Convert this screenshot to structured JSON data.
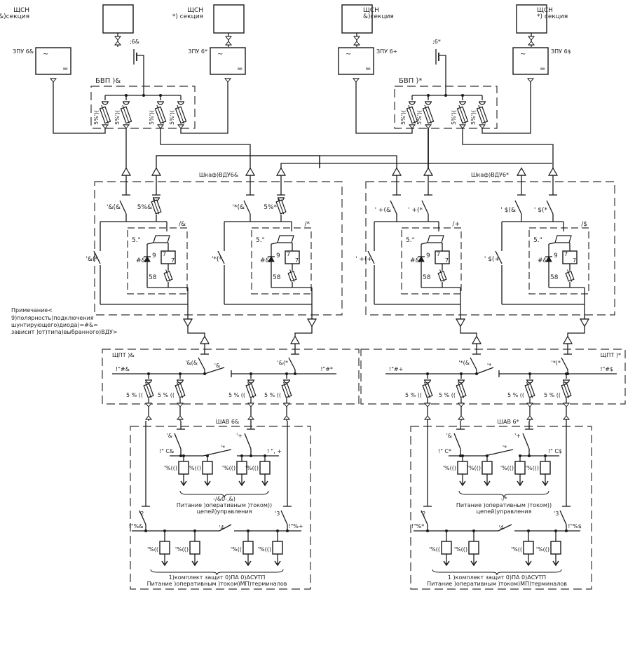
{
  "diagram": {
    "title": "Схема распределения оперативного постоянного тока",
    "shsn": [
      {
        "name": "ЩСН",
        "section": "&)секция"
      },
      {
        "name": "ЩСН",
        "section": "*) секция"
      },
      {
        "name": "ЩСН",
        "section": "&)секция"
      },
      {
        "name": "ЩСН",
        "section": "*) секция"
      }
    ],
    "chargers": [
      {
        "label": "ЗПУ 6&",
        "ac": "~",
        "dc": "="
      },
      {
        "label": "ЗПУ 6*",
        "ac": "~",
        "dc": "="
      },
      {
        "label": "ЗПУ 6+",
        "ac": "~",
        "dc": "="
      },
      {
        "label": "ЗПУ 6$",
        "ac": "~",
        "dc": "="
      }
    ],
    "batteries": [
      {
        "label": ";6&"
      },
      {
        "label": ";6*"
      }
    ],
    "bvp": [
      {
        "label": "БВП )&",
        "fuses": [
          "5%')(",
          "5%')(",
          "5%')(",
          "5%')("
        ]
      },
      {
        "label": "БВП )*",
        "fuses": [
          "5%')(",
          "5%')(",
          "5%')(",
          "5%')("
        ]
      }
    ],
    "vdu_cabinets": [
      {
        "label": "Шкаф)ВДУ6&",
        "units": [
          {
            "sw_top": "'&(&",
            "fuse": "5%&",
            "sw_side": "'&(*",
            "block": "/&",
            "sub": "5.\"",
            "diode": "#&",
            "diode_num": "9",
            "res": "58",
            "conv_a": "7",
            "conv_b": "7"
          },
          {
            "sw_top": "'*(&",
            "fuse": "5%*",
            "sw_side": "'*(*",
            "block": "/*",
            "sub": "5.\"",
            "diode": "#&",
            "diode_num": "9",
            "res": "58",
            "conv_a": "7",
            "conv_b": "7"
          }
        ]
      },
      {
        "label": "Шкаф)ВДУ6*",
        "units": [
          {
            "sw_top": "' +(&",
            "sw_top2": "' +(*",
            "sw_side": "' +(+",
            "block": "/+",
            "sub": "5.\"",
            "diode": "#&",
            "diode_num": "9",
            "res": "58",
            "conv_a": "7",
            "conv_b": "7"
          },
          {
            "sw_top": "' $(&",
            "sw_top2": "' $(*",
            "sw_side": "' $(+",
            "block": "/$",
            "sub": "5.\"",
            "diode": "#&",
            "diode_num": "9",
            "res": "58",
            "conv_a": "7",
            "conv_b": "7"
          }
        ]
      }
    ],
    "note": {
      "title": "Примечание<",
      "lines": [
        "9)полярность)подключения",
        "шунтирующего)диода)=#&=",
        "зависит )от)типа)выбранного)ВДУ>"
      ]
    },
    "shpt": [
      {
        "label": "ЩПТ )&",
        "sw_in1": "'&(&",
        "sw_in2": "'&(*",
        "sw_tie": "'&",
        "bus_left": "!\"#&",
        "bus_right": "!\"#*",
        "fuses": [
          "5 % ((",
          "5 % ((",
          "5 % ((",
          "5 % (("
        ]
      },
      {
        "label": "ЩПТ )*",
        "sw_in1": "'*(&",
        "sw_in2": "'*(*",
        "sw_tie": "'*",
        "bus_left": "!\"#+",
        "bus_right": "!\"#$",
        "fuses": [
          "5 % ((",
          "5 % ((",
          "5 % ((",
          "5 % (("
        ]
      }
    ],
    "shav": [
      {
        "label": "ШАВ 6&",
        "upper": {
          "sw_left": "'&",
          "sw_right": "'+",
          "sw_tie": "'*",
          "bus_left": "!\" C&",
          "bus_right": "! \", +",
          "breakers": [
            "'%(()",
            "'%(()",
            "'%(()",
            "'%(()"
          ],
          "group_code": "-/&0-,&)",
          "group_lines": [
            "Питание )оперативным )током))",
            "цепей)управления"
          ]
        },
        "lower": {
          "sw_left": "'2",
          "sw_right": "'3",
          "sw_tie": "'4",
          "bus_left": "!\"%&",
          "bus_right": "!\"%+",
          "breakers": [
            "'%((",
            "'%(()",
            "'%((",
            "'%(()"
          ],
          "group_lines": [
            "1)комплект   защит 0)ПА 0)АСУТП",
            "Питание )оперативным )током)МП)терминалов"
          ]
        }
      },
      {
        "label": "ШАВ 6*",
        "upper": {
          "sw_left": "'&",
          "sw_right": "'+",
          "sw_tie": "'*",
          "bus_left": "!\" C*",
          "bus_right": "!\" C$",
          "breakers": [
            "'%(()",
            "'%(()",
            "'%(()",
            "'%(()"
          ],
          "group_code": "-/*",
          "group_lines": [
            "Питание )оперативным )током))",
            "цепей)управления"
          ]
        },
        "lower": {
          "sw_left": "'2",
          "sw_right": "'3",
          "sw_tie": "'4",
          "bus_left": "!\"%*",
          "bus_right": "!\"%$",
          "breakers": [
            "'%((",
            "'%(()",
            "'%((",
            "'%(()"
          ],
          "group_lines": [
            "1 )комплект   защит 0)ПА 0)АСУТП",
            "Питание )оперативным )током)МП)терминалов"
          ]
        }
      }
    ]
  }
}
